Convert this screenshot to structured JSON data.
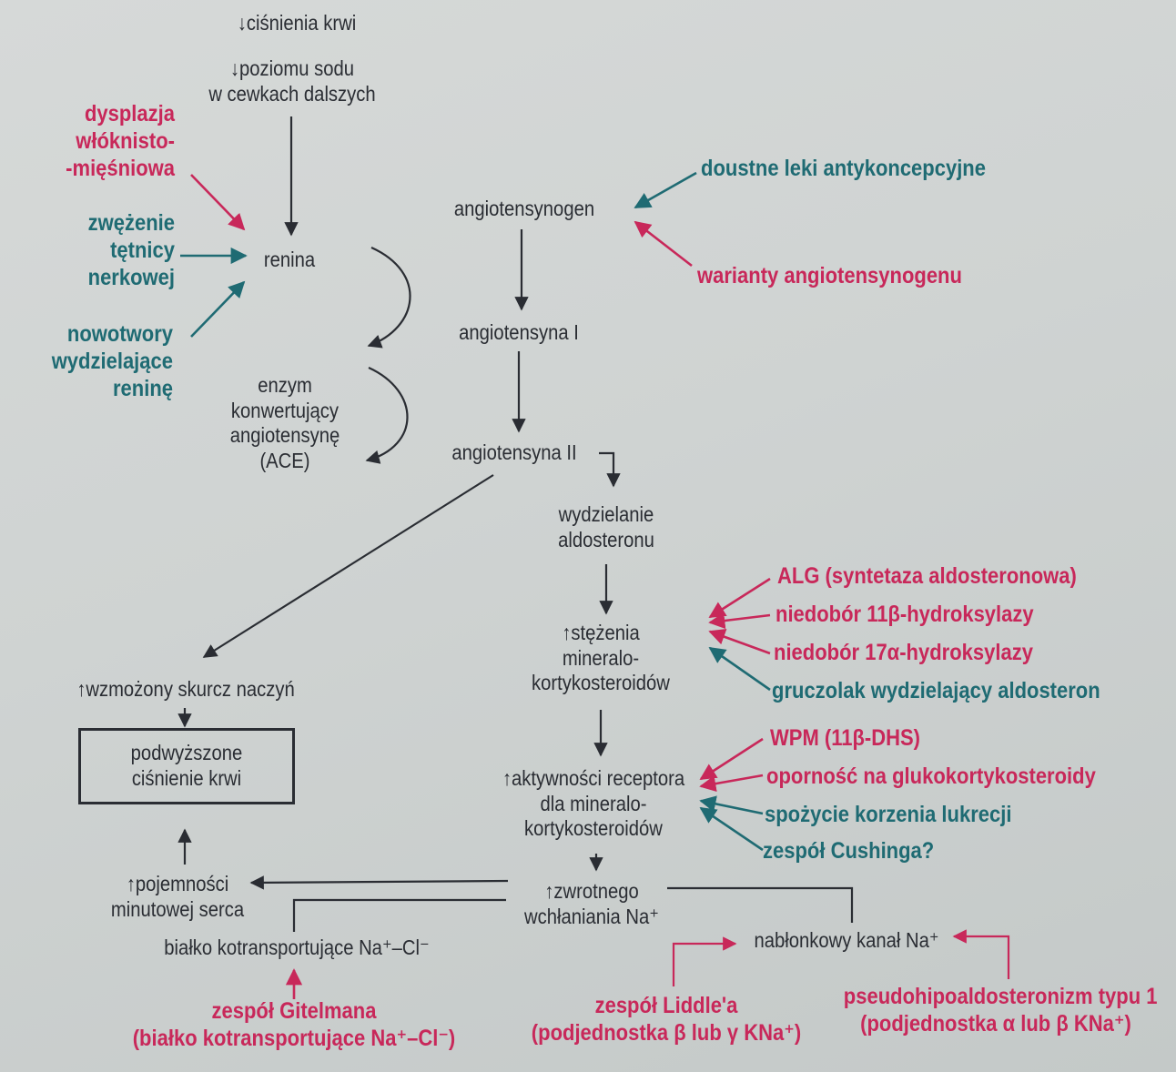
{
  "colors": {
    "text": "#2a2d33",
    "red": "#c8285a",
    "teal": "#1f6b73",
    "background": "#cfd3d2"
  },
  "nodes": {
    "cisnienie_krwi": "↓ciśnienia krwi",
    "poziom_sodu": "↓poziomu sodu\nw cewkach dalszych",
    "renina": "renina",
    "ace": "enzym\nkonwertujący\nangiotensynę\n(ACE)",
    "angiotensynogen": "angiotensynogen",
    "angiotensyna1": "angiotensyna I",
    "angiotensyna2": "angiotensyna II",
    "wydzielanie_aldosteronu": "wydzielanie\naldosteronu",
    "stezenia_mineralo": "↑stężenia\nmineralo-\nkortykosteroidów",
    "aktywnosci_receptora": "↑aktywności receptora\ndla mineralo-\nkortykosteroidów",
    "zwrotnego_wchlaniania": "↑zwrotnego\nwchłaniania Na⁺",
    "skurcz_naczyn": "↑wzmożony skurcz naczyń",
    "podwyzszone_cisnienie": "podwyższone\nciśnienie krwi",
    "pojemnosci_minutowej": "↑pojemności\nminutowej serca",
    "bialko_kotransportujace": "białko kotransportujące Na⁺–Cl⁻",
    "nablonkowy_kanal": "nabłonkowy kanał Na⁺"
  },
  "causes": {
    "dysplazja": "dysplazja\nwłóknisto-\n-mięśniowa",
    "zwezenie": "zwężenie\ntętnicy\nnerkowej",
    "nowotwory": "nowotwory\nwydzielające\nreninę",
    "doustne_leki": "doustne leki antykoncepcyjne",
    "warianty": "warianty angiotensynogenu",
    "alg": "ALG (syntetaza aldosteronowa)",
    "niedobor_11b": "niedobór 11β-hydroksylazy",
    "niedobor_17a": "niedobór 17α-hydroksylazy",
    "gruczolak": "gruczolak wydzielający aldosteron",
    "wpm": "WPM (11β-DHS)",
    "opornosc": "oporność na glukokortykosteroidy",
    "spozycie": "spożycie korzenia lukrecji",
    "cushing": "zespół Cushinga?",
    "gitelman": "zespół Gitelmana\n(białko kotransportujące Na⁺–Cl⁻)",
    "liddle": "zespół Liddle'a\n(podjednostka β lub γ KNa⁺)",
    "pseudohipo": "pseudohipoaldosteronizm typu 1\n(podjednostka α lub β KNa⁺)"
  }
}
